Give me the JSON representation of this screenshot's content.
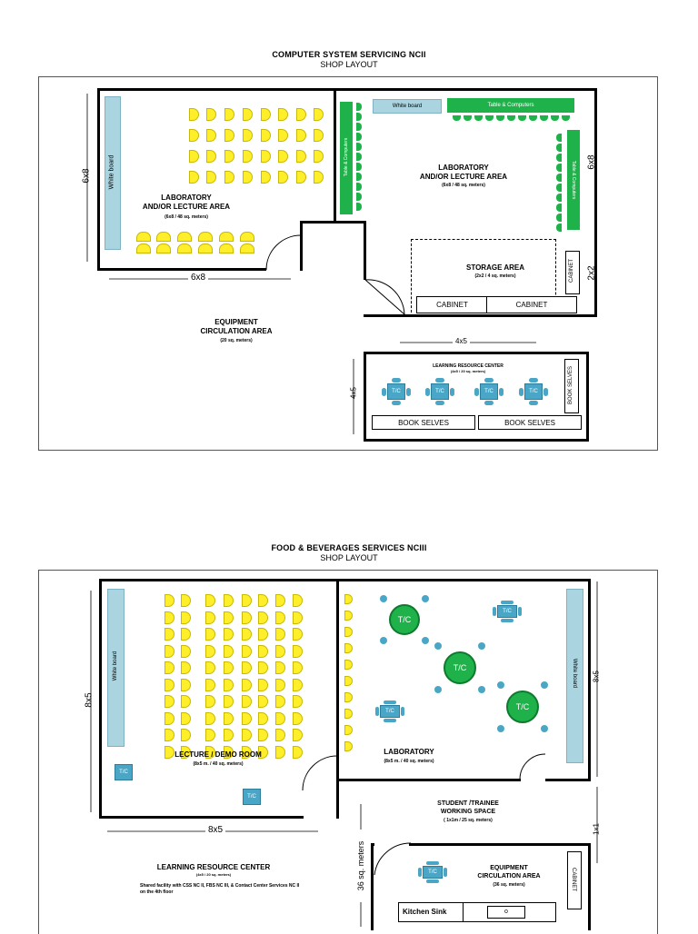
{
  "layout1": {
    "title": "COMPUTER SYSTEM SERVICING NCII",
    "subtitle": "SHOP LAYOUT",
    "whiteboard": "White board",
    "lab_title": "LABORATORY\nAND/OR LECTURE AREA",
    "lab_sub": "(6x8 / 48 sq. meters)",
    "lab2_title": "LABORATORY\nAND/OR LECTURE AREA",
    "lab2_sub": "(6x8 / 48 sq. meters)",
    "whiteboard2": "White board",
    "table_computers_top": "Table & Computers",
    "table_computers_left": "Table & Computers",
    "table_computers_right": "Table & Computers",
    "storage_title": "STORAGE AREA",
    "storage_sub": "(2x2 / 4 sq. meters)",
    "cabinet_1": "CABINET",
    "cabinet_2": "CABINET",
    "cabinet_v": "CABINET",
    "equipment_title": "EQUIPMENT\nCIRCULATION AREA",
    "equipment_sub": "(20 sq. meters)",
    "lrc_title": "LEARNING RESOURCE CENTER",
    "lrc_sub": "(4x5 / 20 sq. meters)",
    "tc_label": "T/C",
    "book_selves_1": "BOOK SELVES",
    "book_selves_2": "BOOK SELVES",
    "book_selves_v": "BOOK SELVES",
    "dim_6x8_left": "6x8",
    "dim_6x8_bottom": "6x8",
    "dim_6x8_right": "6x8",
    "dim_2x2": "2x2",
    "dim_4x5_top": "4x5",
    "dim_4x5_left": "4x5"
  },
  "layout2": {
    "title": "FOOD & BEVERAGES SERVICES NCIII",
    "subtitle": "SHOP LAYOUT",
    "whiteboard_left": "White board",
    "whiteboard_right": "White board",
    "lecture_title": "LECTURE / DEMO ROOM",
    "lecture_sub": "(8x5 m. / 40 sq. meters)",
    "lab_title": "LABORATORY",
    "lab_sub": "(8x5 m. / 40 sq. meters)",
    "tc_label": "T/C",
    "trainee_title": "STUDENT /TRAINEE\nWORKING SPACE",
    "trainee_sub": "( 1x1m / 25 sq. meters)",
    "lrc_title": "LEARNING RESOURCE CENTER",
    "lrc_sub": "(4x5 / 20 sq. meters)",
    "lrc_note": "Shared facility with CSS NC II, FBS NC III, & Contact Center Services NC II on the 4th floor",
    "equipment_title": "EQUIPMENT\nCIRCULATION AREA",
    "equipment_sub": "(36 sq. meters)",
    "cabinet_v": "CABINET",
    "kitchen_sink": "Kitchen Sink",
    "sink_symbol": "o",
    "dim_8x5_left": "8x5",
    "dim_8x5_bottom": "8x5",
    "dim_8x5_right": "8x5",
    "dim_1x1": "1x1",
    "dim_36": "36 sq. meters"
  }
}
